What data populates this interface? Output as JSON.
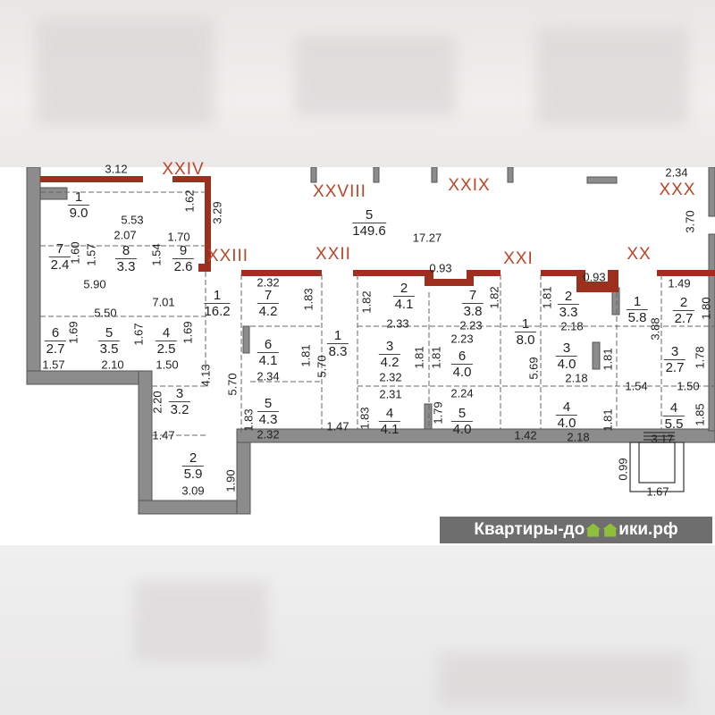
{
  "sections": [
    "XXIV",
    "XXVIII",
    "XXIX",
    "XXX",
    "XXIII",
    "XXII",
    "XXI",
    "XX"
  ],
  "rooms": [
    {
      "num": "1",
      "area": "9.0"
    },
    {
      "num": "7",
      "area": "2.4"
    },
    {
      "num": "8",
      "area": "3.3"
    },
    {
      "num": "9",
      "area": "2.6"
    },
    {
      "num": "1",
      "area": "16.2"
    },
    {
      "num": "6",
      "area": "2.7"
    },
    {
      "num": "5",
      "area": "3.5"
    },
    {
      "num": "4",
      "area": "2.5"
    },
    {
      "num": "3",
      "area": "3.2"
    },
    {
      "num": "2",
      "area": "5.9"
    },
    {
      "num": "5",
      "area": "149.6"
    },
    {
      "num": "7",
      "area": "4.2"
    },
    {
      "num": "6",
      "area": "4.1"
    },
    {
      "num": "5",
      "area": "4.3"
    },
    {
      "num": "1",
      "area": "8.3"
    },
    {
      "num": "2",
      "area": "4.1"
    },
    {
      "num": "3",
      "area": "4.2"
    },
    {
      "num": "4",
      "area": "4.1"
    },
    {
      "num": "7",
      "area": "3.8"
    },
    {
      "num": "6",
      "area": "4.0"
    },
    {
      "num": "5",
      "area": "4.0"
    },
    {
      "num": "1",
      "area": "8.0"
    },
    {
      "num": "2",
      "area": "3.3"
    },
    {
      "num": "3",
      "area": "4.0"
    },
    {
      "num": "4",
      "area": "4.0"
    },
    {
      "num": "1",
      "area": "5.8"
    },
    {
      "num": "2",
      "area": "2.7"
    },
    {
      "num": "3",
      "area": "2.7"
    },
    {
      "num": "4",
      "area": "5.5"
    }
  ],
  "dimensions": [
    "3.12",
    "5.53",
    "2.07",
    "1.70",
    "1.62",
    "3.29",
    "1.60",
    "1.57",
    "1.54",
    "5.90",
    "7.01",
    "5.50",
    "1.69",
    "1.67",
    "1.69",
    "1.57",
    "2.10",
    "1.50",
    "4.13",
    "2.20",
    "1.47",
    "1.90",
    "3.09",
    "5.70",
    "1.83",
    "2.32",
    "1.83",
    "1.81",
    "5.70",
    "2.34",
    "2.32",
    "1.47",
    "1.83",
    "1.82",
    "2.33",
    "2.32",
    "2.31",
    "1.81",
    "1.81",
    "0.93",
    "2.23",
    "2.23",
    "2.24",
    "1.79",
    "1.82",
    "17.27",
    "1.42",
    "1.81",
    "2.18",
    "2.18",
    "2.18",
    "5.69",
    "1.81",
    "1.81",
    "0.93",
    "1.49",
    "1.80",
    "3.88",
    "1.54",
    "1.50",
    "1.78",
    "1.85",
    "3.17",
    "0.99",
    "1.67",
    "2.34",
    "3.70"
  ],
  "watermark": {
    "prefix": "Квартиры-до",
    "suffix": "ики.рф",
    "full": "Квартиры-домики.рф"
  },
  "colors": {
    "wall_brown": "#9c2f1e",
    "wall_gray": "#8c8c8c",
    "roman": "#b8472a",
    "watermark_bg": "#6e6e6e",
    "house_green": "#8fbf3a"
  }
}
